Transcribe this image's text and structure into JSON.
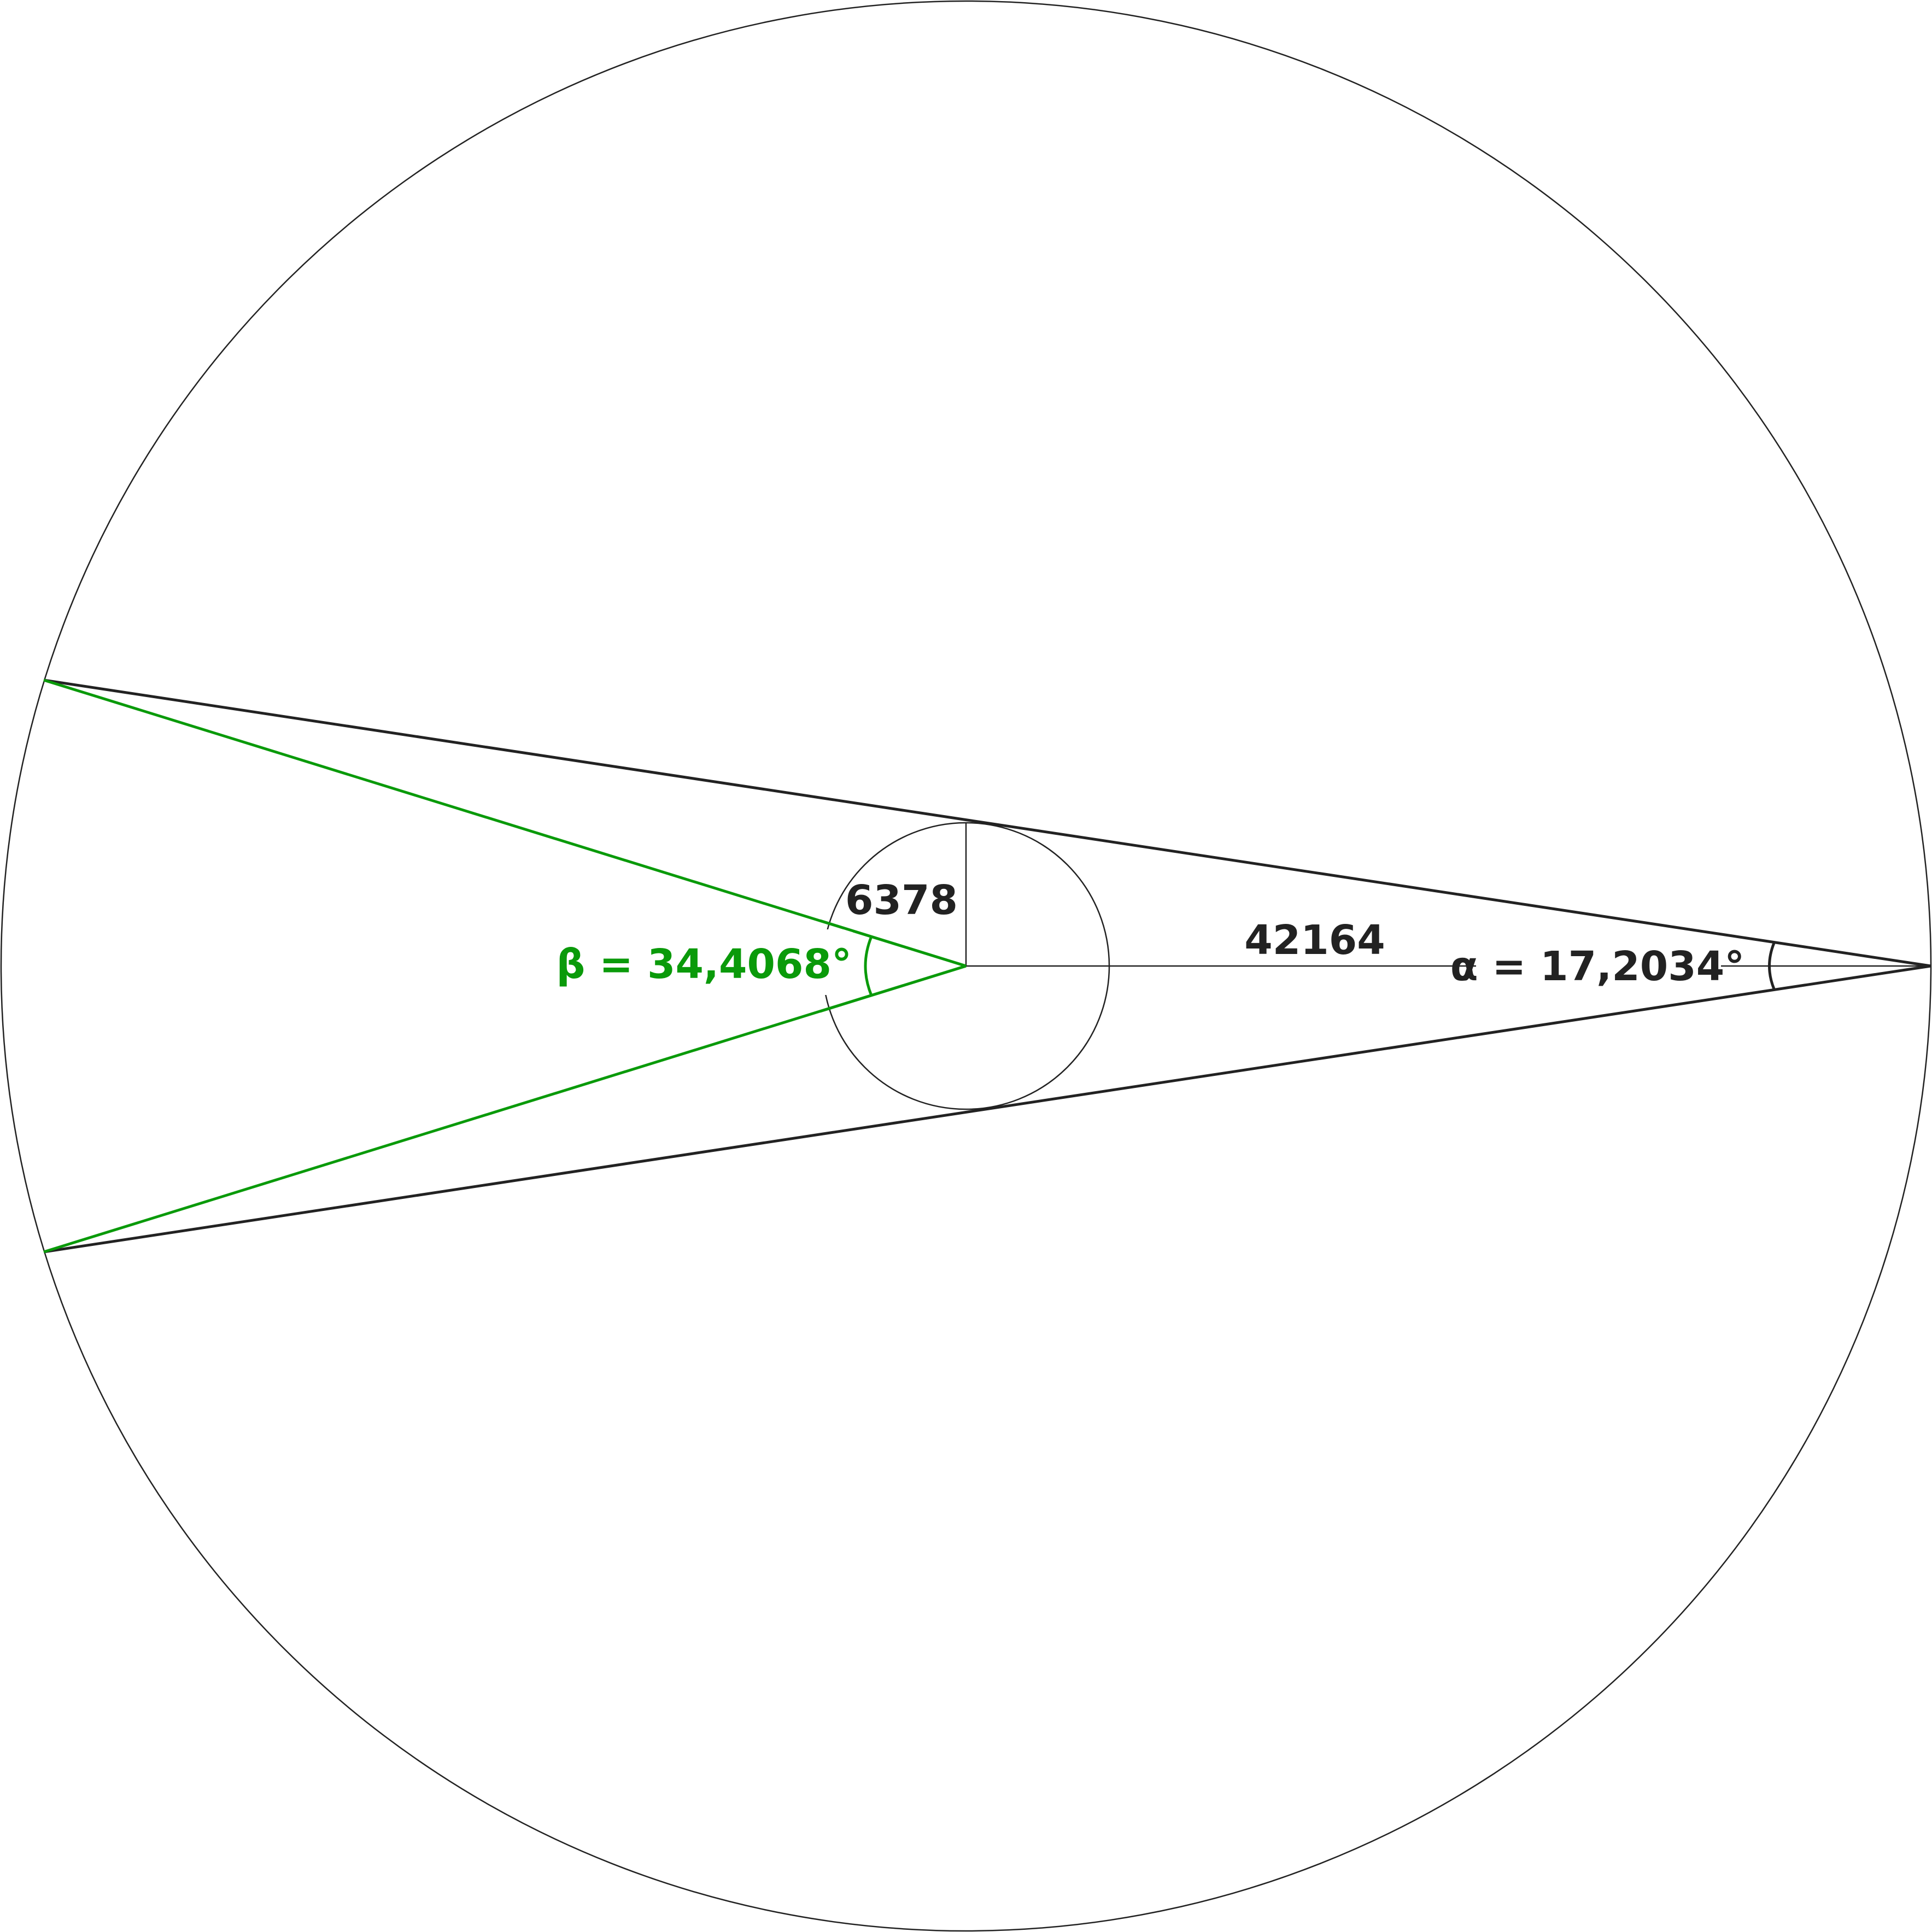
{
  "diagram": {
    "earth_radius_label": "6378",
    "orbit_radius_label": "42164",
    "alpha_label": "α = 17,2034°",
    "beta_label": "β = 34,4068°",
    "colors": {
      "line": "#222222",
      "beta_accent": "#0a9a0a",
      "background": "#ffffff"
    }
  }
}
